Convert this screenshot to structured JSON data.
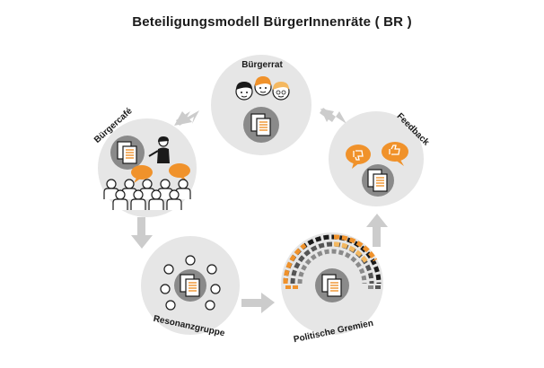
{
  "title": "Beteiligungsmodell BürgerInnenräte ( BR )",
  "nodes": {
    "buergerrat": "Bürgerrat",
    "feedback": "Feedback",
    "buergercafe": "Bürgercafé",
    "resonanzgruppe": "Resonanzgruppe",
    "politische_gremien": "Politische Gremien"
  },
  "colors": {
    "circle": "#e6e6e6",
    "inner": "#8a8a8a",
    "arrow": "#cccccc",
    "orange": "#f0922b",
    "dark": "#1a1a1a"
  }
}
